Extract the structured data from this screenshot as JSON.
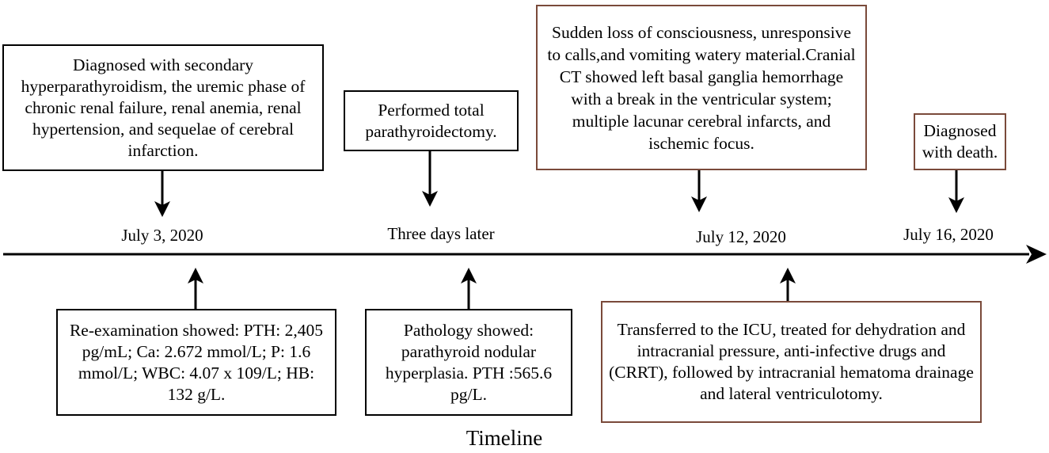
{
  "title": "Timeline",
  "top_events": [
    {
      "text": "Diagnosed with secondary hyperparathyroidism, the uremic phase of chronic renal failure, renal anemia, renal hypertension, and sequelae of cerebral infarction.",
      "date": "July 3, 2020",
      "border": "#000000"
    },
    {
      "text": "Performed total parathyroidectomy.",
      "date": "Three days later",
      "border": "#000000"
    },
    {
      "text": "Sudden loss of consciousness, unresponsive to calls,and vomiting watery material.Cranial CT showed left basal ganglia hemorrhage with a break in the ventricular system; multiple lacunar cerebral infarcts, and ischemic focus.",
      "date": "July 12, 2020",
      "border": "#7a4a3a"
    },
    {
      "text": "Diagnosed with death.",
      "date": "July 16, 2020",
      "border": "#7a4a3a"
    }
  ],
  "bottom_events": [
    {
      "text": "Re-examination showed: PTH: 2,405 pg/mL; Ca: 2.672 mmol/L; P: 1.6 mmol/L; WBC: 4.07 x 109/L; HB: 132 g/L.",
      "border": "#000000"
    },
    {
      "text": "Pathology showed: parathyroid nodular hyperplasia. PTH :565.6 pg/L.",
      "border": "#000000"
    },
    {
      "text": "Transferred to the ICU, treated for dehydration and intracranial pressure, anti-infective drugs and (CRRT), followed by intracranial hematoma drainage and lateral ventriculotomy.",
      "border": "#7a4a3a"
    }
  ]
}
